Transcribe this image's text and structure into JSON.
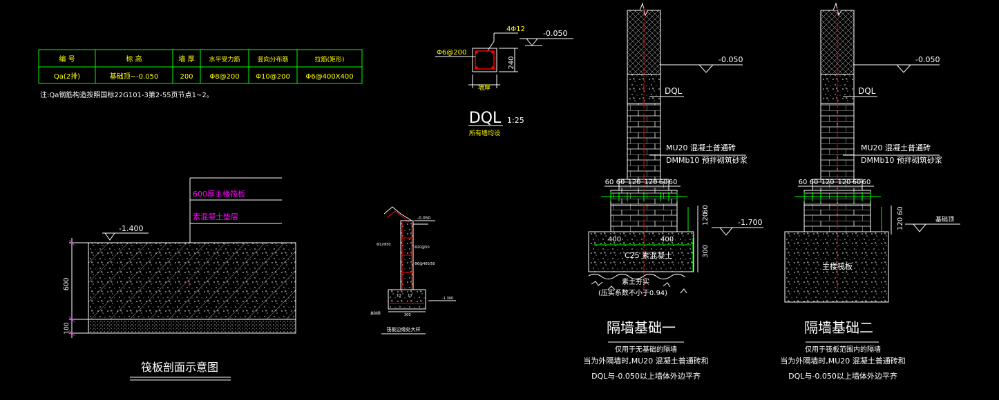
{
  "table": {
    "headers": [
      "编 号",
      "标 高",
      "墙 厚",
      "水平受力筋",
      "竖向分布筋",
      "拉筋(矩形)"
    ],
    "row": [
      "Qa(2排)",
      "基础顶~-0.050",
      "200",
      "Φ8@200",
      "Φ10@200",
      "Φ6@400X400"
    ],
    "note": "注:Qa钢筋构造按照国标22G101-3第2-55页节点1~2。"
  },
  "dql": {
    "top_bar": "4Φ12",
    "stirrup": "Φ6@200",
    "height": "240",
    "width_label": "墙厚",
    "elev": "-0.050",
    "title": "DQL",
    "scale": "1:25",
    "subtitle": "所有墙均设"
  },
  "raft": {
    "elev": "-1.400",
    "layer1": "600厚主楼筏板",
    "layer2": "素混凝土垫层",
    "dim_600": "600",
    "dim_100": "100",
    "title": "筏板剖面示意图"
  },
  "small_detail": {
    "elev_top": "-0.050",
    "label_a": "Φ12Φ50",
    "label_b": "Φ20@50",
    "label_c": "Φ6@400/50",
    "elev_bottom": "-1.300",
    "dim_a": "10",
    "dim_b": "10",
    "dim_c": "300",
    "base_label": "基础梁",
    "title": "筏板边缘处大样"
  },
  "found1": {
    "elev_top": "-0.050",
    "dql": "DQL",
    "mat1": "MU20 混凝土普通砖",
    "mat2": "DMMb10 预拌砌筑砂浆",
    "dims": [
      "60",
      "60",
      "120",
      "120",
      "60",
      "60"
    ],
    "dim_v1": "120",
    "dim_v2": "60",
    "dim_300": "300",
    "elev_bottom": "-1.700",
    "w_left": "400",
    "w_right": "400",
    "concrete": "C25 素混凝土",
    "soil1": "素土夯实",
    "soil2": "(压实系数不小于0.94)",
    "title": "隔墙基础一",
    "note1": "仅用于无基础的隔墙",
    "note2": "当为外隔墙时,MU20 混凝土普通砖和",
    "note3": "DQL与-0.050以上墙体外边平齐"
  },
  "found2": {
    "elev_top": "-0.050",
    "dql": "DQL",
    "mat1": "MU20 混凝土普通砖",
    "mat2": "DMMb10 预拌砌筑砂浆",
    "dims": [
      "60",
      "60",
      "120",
      "120",
      "60",
      "60"
    ],
    "dim_v1": "120",
    "dim_v2": "60",
    "elev_right": "基础顶",
    "slab": "主楼筏板",
    "title": "隔墙基础二",
    "note1": "仅用于筏板范围内的隔墙",
    "note2": "当为外隔墙时,MU20 混凝土普通砖和",
    "note3": "DQL与-0.050以上墙体外边平齐"
  },
  "colors": {
    "bg": "#000000",
    "line": "#ffffff",
    "yellow": "#ffff00",
    "green": "#00ff00",
    "magenta": "#ff00ff",
    "red": "#ff0000",
    "cyan": "#00ffff"
  }
}
